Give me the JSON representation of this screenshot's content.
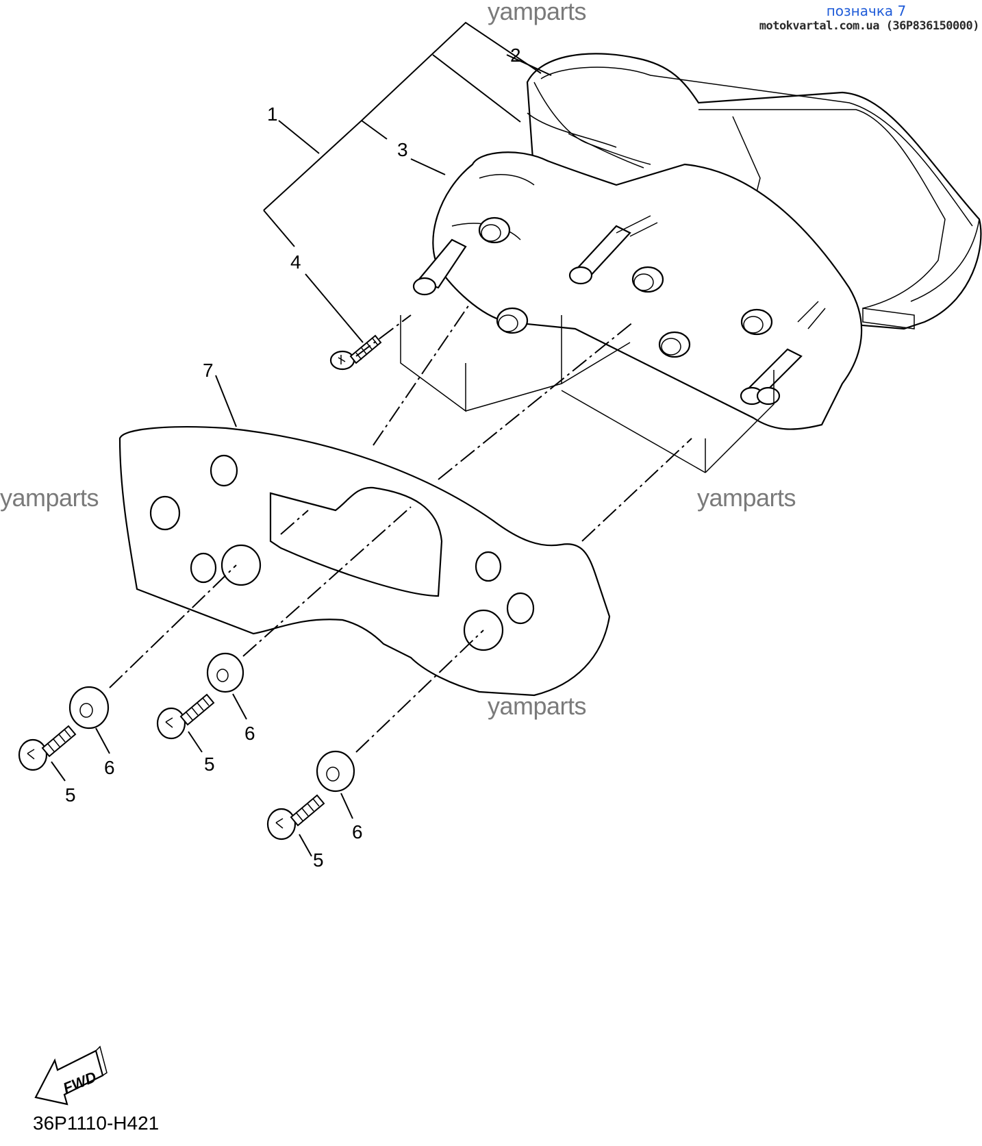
{
  "header": {
    "title": "позначка 7",
    "subtitle": "motokvartal.com.ua (36P836150000)"
  },
  "watermarks": [
    "yamparts",
    "yamparts",
    "yamparts",
    "yamparts"
  ],
  "callouts": {
    "c1": "1",
    "c2": "2",
    "c3": "3",
    "c4": "4",
    "c5a": "5",
    "c5b": "5",
    "c5c": "5",
    "c6a": "6",
    "c6b": "6",
    "c6c": "6",
    "c7": "7"
  },
  "fwd_label": "FWD",
  "diagram_code": "36P1110-H421",
  "colors": {
    "header_title": "#1e5bd8",
    "watermark": "#7a7a7a",
    "line": "#000000"
  }
}
